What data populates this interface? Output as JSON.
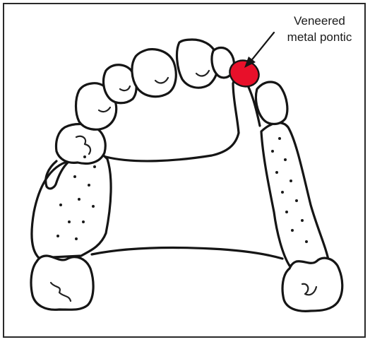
{
  "figure": {
    "callout": {
      "line1": "Veneered",
      "line2": "metal pontic"
    },
    "colors": {
      "pontic": "#e8102a",
      "outline": "#151515",
      "background": "#ffffff",
      "frame": "#2a2a2a"
    },
    "icons": [
      "pontic-marker",
      "callout-arrow"
    ]
  }
}
